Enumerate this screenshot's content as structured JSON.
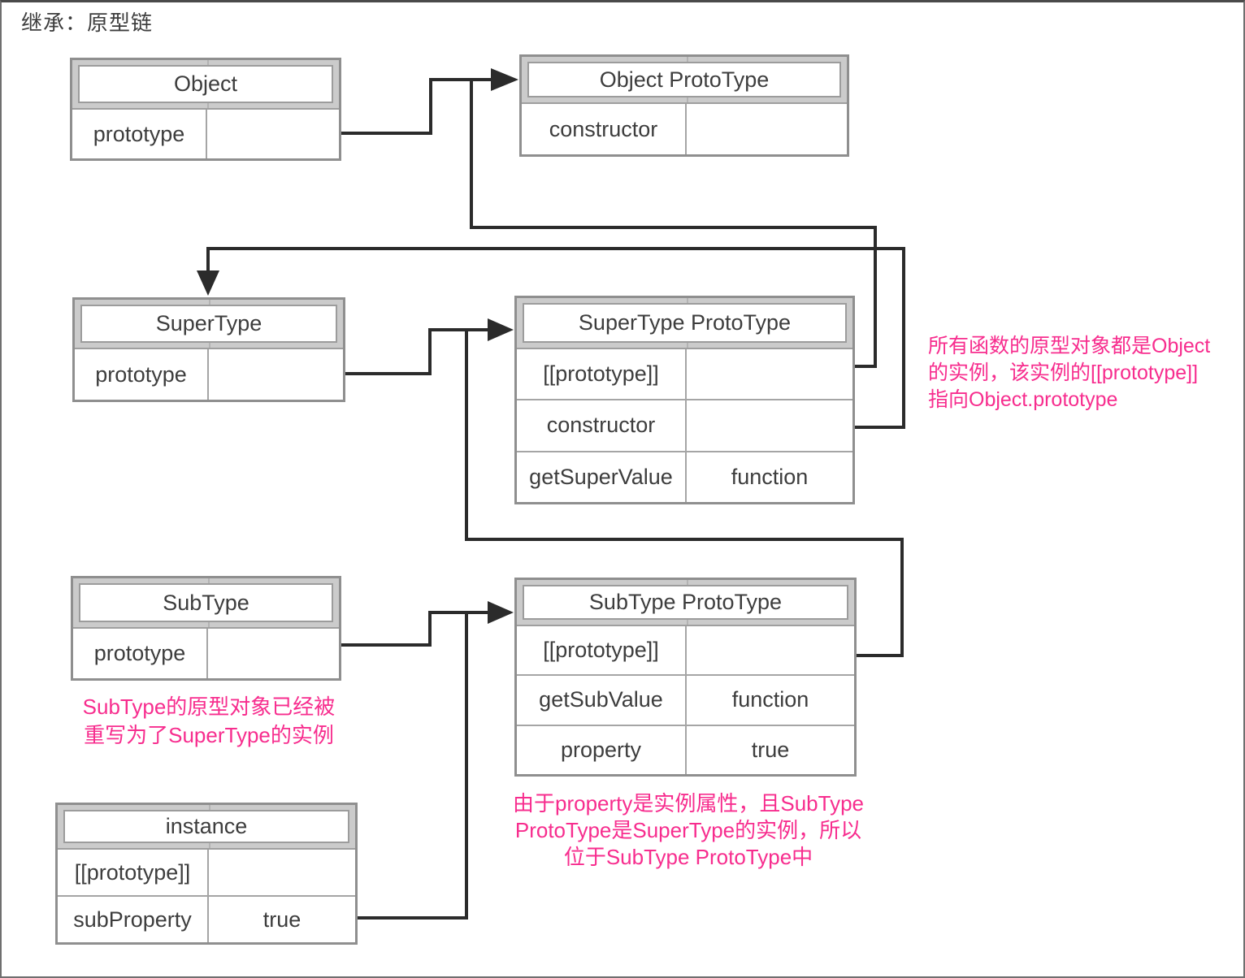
{
  "page": {
    "title": "继承：原型链"
  },
  "colors": {
    "accent_pink": "#f72d8e",
    "box_border": "#8f8f8f",
    "header_band": "#cbcbcb",
    "wire": "#2b2b2b",
    "text": "#3d3d3d"
  },
  "boxes": {
    "object": {
      "title": "Object",
      "rows": [
        {
          "name": "prototype",
          "value": ""
        }
      ]
    },
    "object_proto": {
      "title": "Object ProtoType",
      "rows": [
        {
          "name": "constructor",
          "value": ""
        }
      ]
    },
    "super_type": {
      "title": "SuperType",
      "rows": [
        {
          "name": "prototype",
          "value": ""
        }
      ]
    },
    "super_proto": {
      "title": "SuperType ProtoType",
      "rows": [
        {
          "name": "[[prototype]]",
          "value": ""
        },
        {
          "name": "constructor",
          "value": ""
        },
        {
          "name": "getSuperValue",
          "value": "function"
        }
      ]
    },
    "sub_type": {
      "title": "SubType",
      "rows": [
        {
          "name": "prototype",
          "value": ""
        }
      ]
    },
    "sub_proto": {
      "title": "SubType ProtoType",
      "rows": [
        {
          "name": "[[prototype]]",
          "value": ""
        },
        {
          "name": "getSubValue",
          "value": "function"
        },
        {
          "name": "property",
          "value": "true"
        }
      ]
    },
    "instance": {
      "title": "instance",
      "rows": [
        {
          "name": "[[prototype]]",
          "value": ""
        },
        {
          "name": "subProperty",
          "value": "true"
        }
      ]
    }
  },
  "annotations": {
    "object_instance_note": {
      "lines": [
        "所有函数的原型对象都是Object",
        "的实例，该实例的[[prototype]]",
        "指向Object.prototype"
      ]
    },
    "subtype_rewrite_note": {
      "lines": [
        "SubType的原型对象已经被",
        "重写为了SuperType的实例"
      ]
    },
    "property_location_note": {
      "lines": [
        "由于property是实例属性，且SubType",
        "ProtoType是SuperType的实例，所以",
        "位于SubType ProtoType中"
      ]
    }
  }
}
